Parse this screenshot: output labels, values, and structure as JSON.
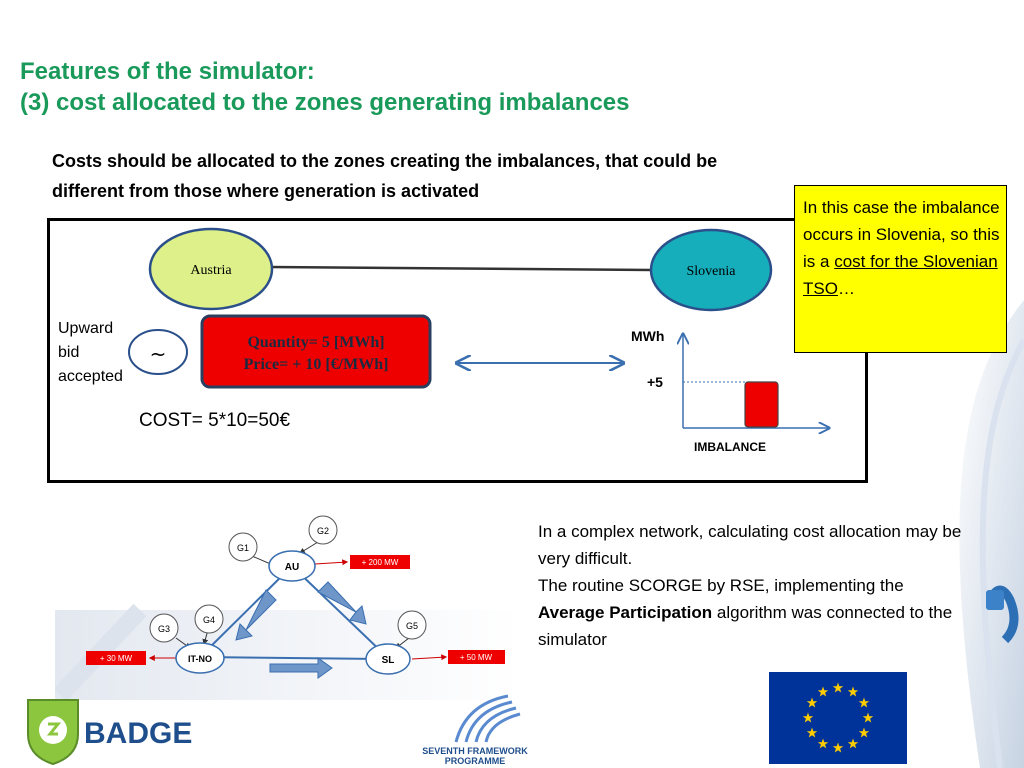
{
  "title": {
    "line1": "Features of the simulator:",
    "line2": "(3) cost allocated to the zones generating imbalances"
  },
  "subtitle": "Costs should be allocated to the zones creating the imbalances, that could be different from those where generation is activated",
  "diagram": {
    "zone_left": "Austria",
    "zone_right": "Slovenia",
    "upward_label": [
      "Upward",
      "bid",
      "accepted"
    ],
    "tilde": "~",
    "bid_quantity": "Quantity= 5 [MWh]",
    "bid_price": "Price= + 10 [€/MWh]",
    "cost": "COST= 5*10=50€",
    "mini_chart": {
      "ylabel": "MWh",
      "xlabel": "IMBALANCE",
      "value_label": "+5",
      "value": 5
    }
  },
  "callout": {
    "text_before": "In this case the imbalance occurs in Slovenia, so this is a ",
    "underlined": "cost for the Slovenian TSO",
    "text_after": "…"
  },
  "network": {
    "nodes": {
      "au": "AU",
      "it_no": "IT-NO",
      "sl": "SL",
      "g1": "G1",
      "g2": "G2",
      "g3": "G3",
      "g4": "G4",
      "g5": "G5"
    },
    "injections": {
      "au": "+ 200 MW",
      "it_no": "+ 30 MW",
      "sl": "+ 50 MW"
    }
  },
  "complex_text": {
    "line1": "In a complex network, calculating cost allocation may be very difficult.",
    "line2_before": "The routine SCORGE by RSE, implementing the ",
    "line2_bold": "Average Participation",
    "line2_after": " algorithm was connected to the simulator"
  },
  "logos": {
    "badge": "BADGE",
    "fp7_line1": "SEVENTH FRAMEWORK",
    "fp7_line2": "PROGRAMME"
  },
  "colors": {
    "title_green": "#1a9a5a",
    "callout_yellow": "#ffff00",
    "austria_green": "#ddf08a",
    "slovenia_teal": "#16aebb",
    "bid_red": "#ee0000",
    "eu_blue": "#003399",
    "eu_star": "#ffcc00"
  }
}
